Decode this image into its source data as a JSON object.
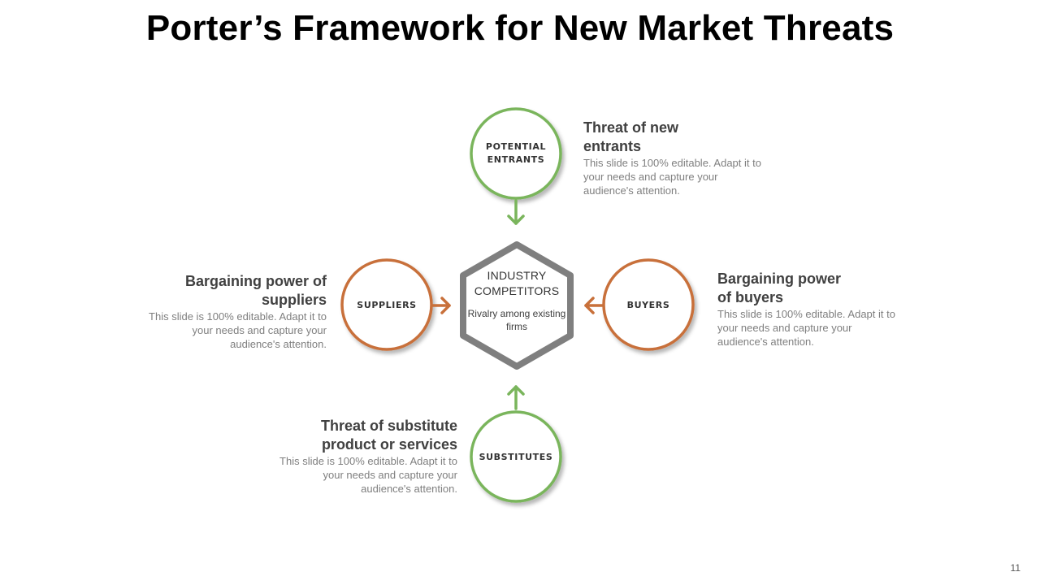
{
  "title": "Porter’s Framework for New Market Threats",
  "center": {
    "title": "INDUSTRY COMPETITORS",
    "subtitle": "Rivalry  among existing firms"
  },
  "nodes": {
    "potential_entrants": {
      "line1": "POTENTIAL",
      "line2": "ENTRANTS"
    },
    "suppliers": {
      "label": "SUPPLIERS"
    },
    "buyers": {
      "label": "BUYERS"
    },
    "substitutes": {
      "label": "SUBSTITUTES"
    }
  },
  "descriptions": {
    "new_entrants": {
      "heading": "Threat of new entrants",
      "body": "This slide is 100% editable. Adapt it to your needs and capture your audience's attention."
    },
    "suppliers": {
      "heading": "Bargaining power of suppliers",
      "body": "This slide is 100% editable. Adapt it to your needs and capture your audience's attention."
    },
    "buyers": {
      "heading": "Bargaining power of buyers",
      "body": "This slide is 100% editable. Adapt it to your needs and capture your audience's attention."
    },
    "substitutes": {
      "heading": "Threat of substitute product or services",
      "body": "This slide is 100% editable. Adapt it to your needs and capture your audience's attention."
    }
  },
  "page_number": "11",
  "colors": {
    "green": "#7ab55c",
    "green_dark": "#548235",
    "orange": "#c55a11",
    "orange_light": "#d8834a",
    "gray": "#7f7f7f"
  }
}
